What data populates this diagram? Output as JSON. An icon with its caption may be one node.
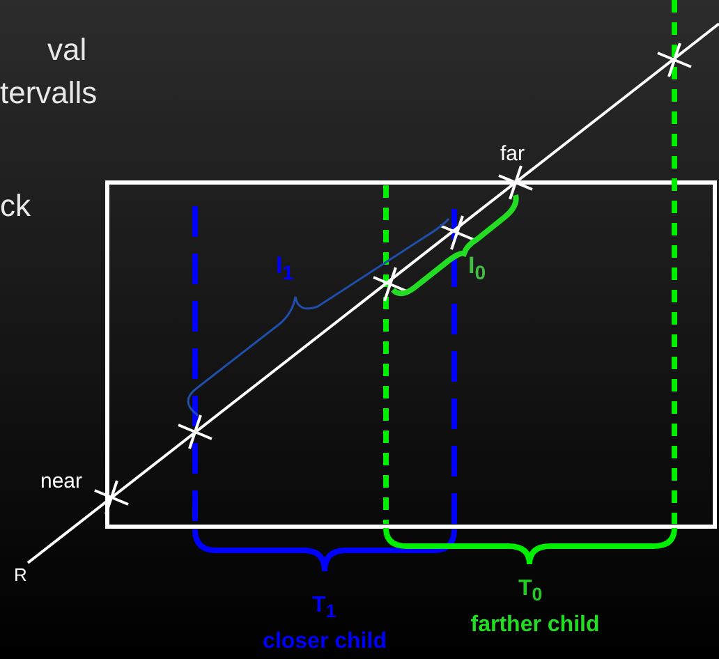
{
  "diagram": {
    "labels": [
      "val",
      "tervalls",
      "ck",
      "far",
      "I$_{1}$",
      "I$_{0}$",
      "near",
      "R",
      "T$_{1}$",
      "T$_{0}$",
      "closer child",
      "farther child"
    ]
  }
}
